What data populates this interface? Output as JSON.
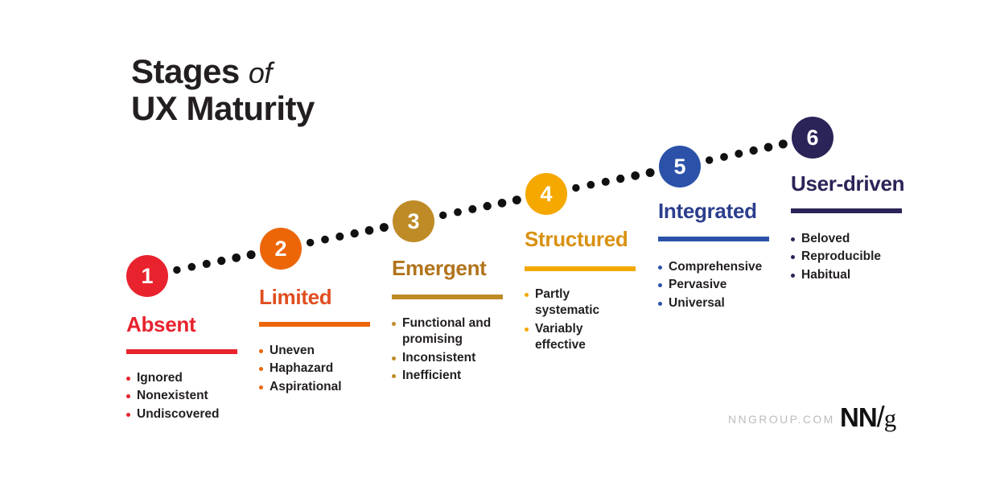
{
  "title": {
    "line1_main": "Stages",
    "line1_em": "of",
    "line2": "UX Maturity"
  },
  "footer": {
    "url": "NNGROUP.COM",
    "logo_nn": "NN",
    "logo_slash": "/",
    "logo_g": "g"
  },
  "colors": {
    "stage1": "#E8232E",
    "stage1_heading": "#E8232E",
    "stage2": "#EC6608",
    "stage2_heading": "#E04E20",
    "stage3": "#BE8B26",
    "stage3_heading": "#B1741C",
    "stage4": "#F5A800",
    "stage4_heading": "#D99111",
    "stage5": "#2B52A8",
    "stage5_heading": "#2B3E8C",
    "stage6": "#2A2458",
    "stage6_heading": "#2A2458",
    "text": "#231f20",
    "trail_dot": "#111111",
    "footer_url": "#bcbcbc"
  },
  "stages": [
    {
      "number": "1",
      "name": "Absent",
      "items": [
        "Ignored",
        "Nonexistent",
        "Undiscovered"
      ]
    },
    {
      "number": "2",
      "name": "Limited",
      "items": [
        "Uneven",
        "Haphazard",
        "Aspirational"
      ]
    },
    {
      "number": "3",
      "name": "Emergent",
      "items": [
        "Functional and promising",
        "Inconsistent",
        "Inefficient"
      ]
    },
    {
      "number": "4",
      "name": "Structured",
      "items": [
        "Partly systematic",
        "Variably effective"
      ]
    },
    {
      "number": "5",
      "name": "Integrated",
      "items": [
        "Comprehensive",
        "Pervasive",
        "Universal"
      ]
    },
    {
      "number": "6",
      "name": "User-driven",
      "items": [
        "Beloved",
        "Reproducible",
        "Habitual"
      ]
    }
  ],
  "chart_data": {
    "type": "diagram",
    "title": "Stages of UX Maturity",
    "description": "Six ascending stages of UX maturity connected by a dotted rising trail",
    "categories": [
      "Absent",
      "Limited",
      "Emergent",
      "Structured",
      "Integrated",
      "User-driven"
    ],
    "values": [
      1,
      2,
      3,
      4,
      5,
      6
    ]
  }
}
